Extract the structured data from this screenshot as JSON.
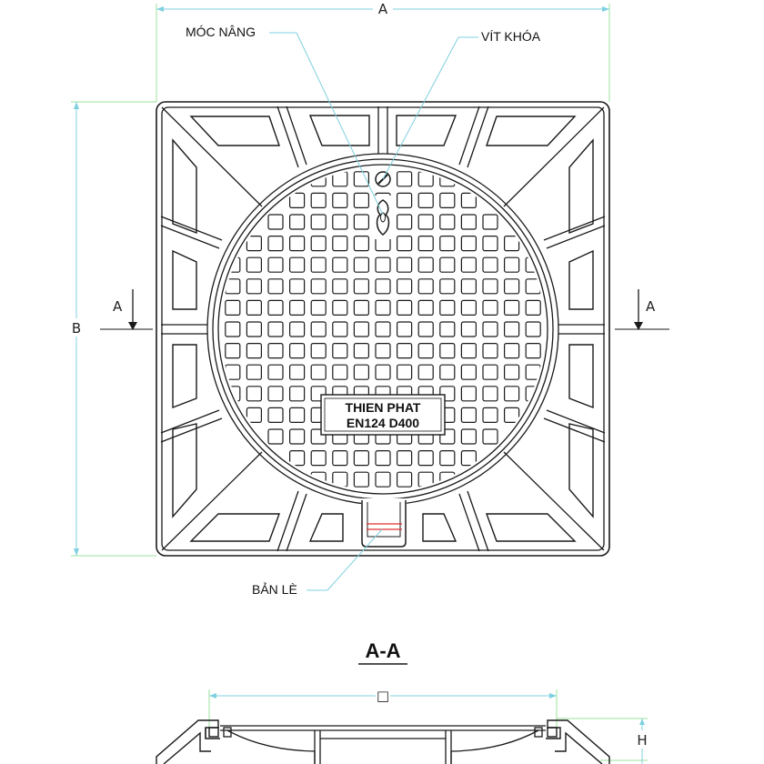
{
  "dimensions": {
    "width": "A",
    "height": "B",
    "section_width": "□",
    "section_height": "H"
  },
  "callouts": {
    "lifting_hook": "MÓC NÂNG",
    "locking_screw": "VÍT KHÓA",
    "hinge": "BẢN LÈ"
  },
  "section_marker": "A",
  "section_title": "A-A",
  "nameplate": {
    "line1": "THIEN PHAT",
    "line2": "EN124 D400"
  },
  "colors": {
    "outline": "#1a1a1a",
    "dimension_line": "#7fd0e0",
    "extension_line": "#9be39b",
    "hinge_mark": "#e03030"
  }
}
